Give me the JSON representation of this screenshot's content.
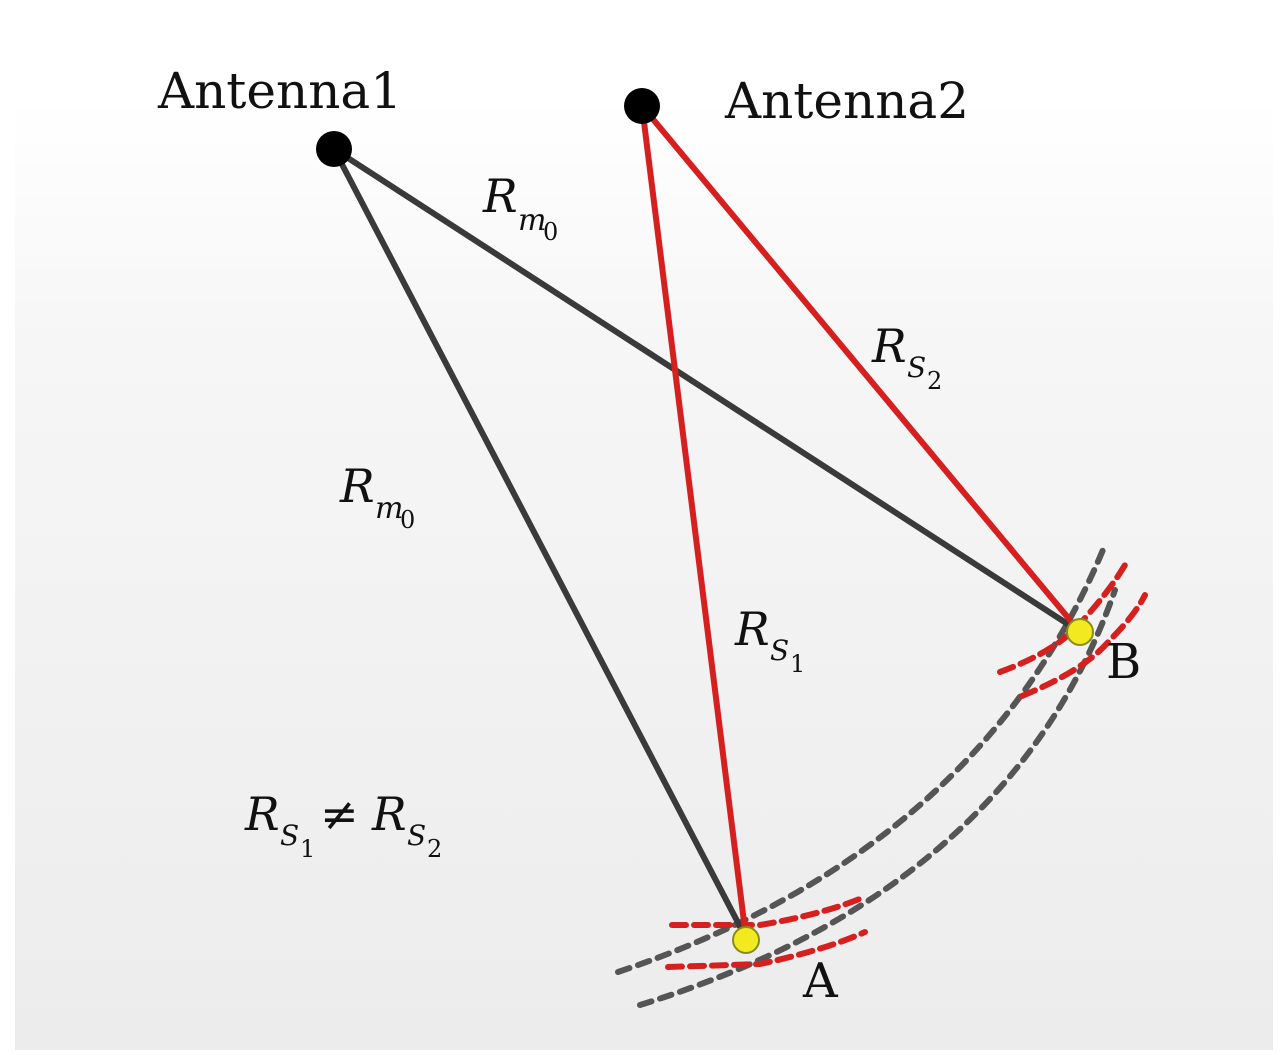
{
  "antennas": [
    {
      "label": "Antenna1"
    },
    {
      "label": "Antenna2"
    }
  ],
  "targets": [
    {
      "label": "A"
    },
    {
      "label": "B"
    }
  ],
  "range_labels": {
    "rm0_top": {
      "base": "R",
      "sub": "m",
      "subsub": "0"
    },
    "rm0_left": {
      "base": "R",
      "sub": "m",
      "subsub": "0"
    },
    "rs1": {
      "base": "R",
      "sub": "S",
      "subsub": "1"
    },
    "rs2": {
      "base": "R",
      "sub": "S",
      "subsub": "2"
    }
  },
  "inequality": {
    "left_base": "R",
    "left_sub": "S",
    "left_subsub": "1",
    "operator": "≠",
    "right_base": "R",
    "right_sub": "S",
    "right_subsub": "2"
  },
  "colors": {
    "black_path": "#3a3a3a",
    "red_path": "#d62020",
    "antenna": "#000000",
    "target_fill": "#f2ea1e",
    "target_stroke": "#8a8a20",
    "dash_gray": "#555555",
    "dash_red": "#d62020",
    "background_shade": "#ececec"
  }
}
